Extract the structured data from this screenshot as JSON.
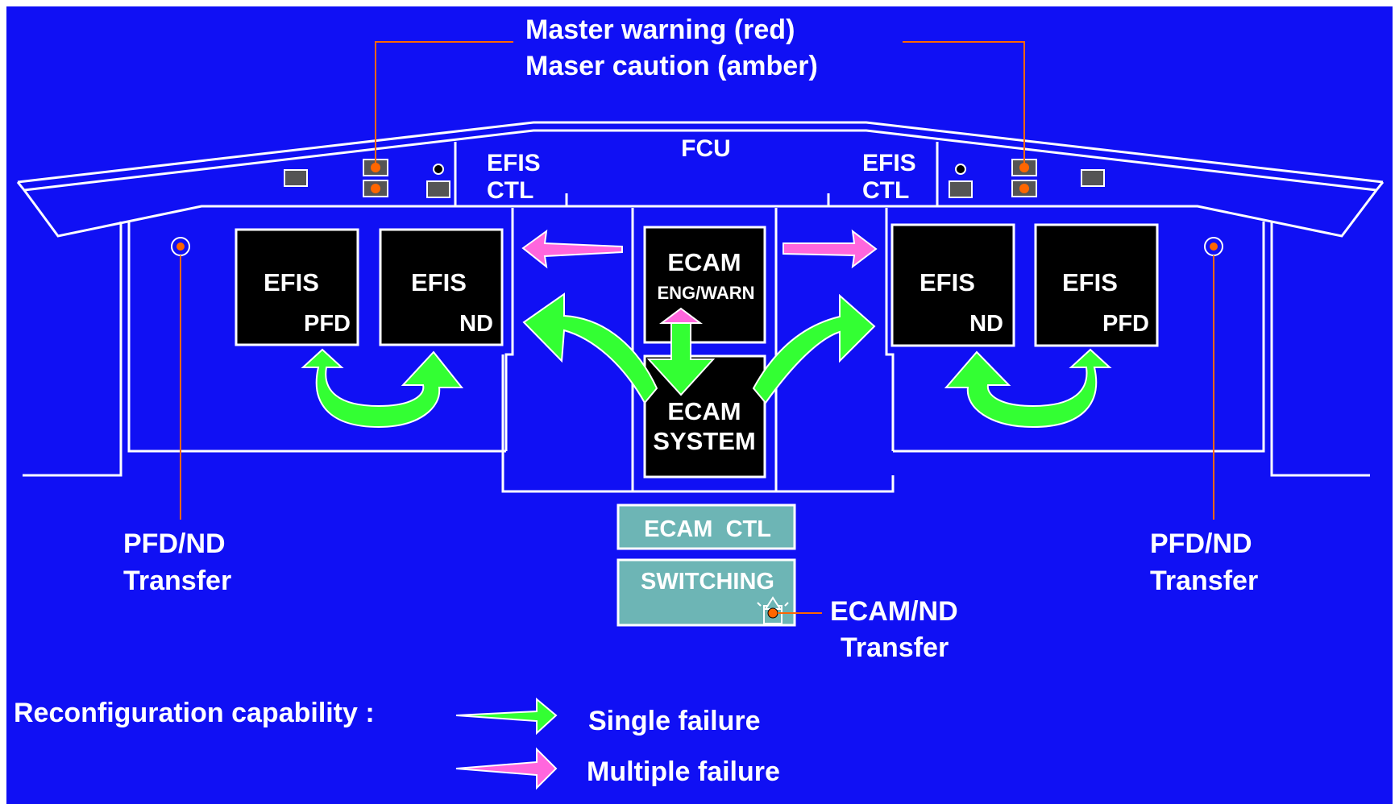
{
  "colors": {
    "background": "#1010f4",
    "panel_line": "#ffffff",
    "display": "#000000",
    "leader": "#ff6600",
    "single_failure_arrow": "#33ff33",
    "multiple_failure_arrow": "#ff66dd",
    "control_panel": "#6db5b5",
    "button": "#555555"
  },
  "callouts": {
    "master_warning": "Master warning (red)",
    "master_caution": "Maser caution (amber)",
    "left_transfer_line1": "PFD/ND",
    "left_transfer_line2": "Transfer",
    "right_transfer_line1": "PFD/ND",
    "right_transfer_line2": "Transfer",
    "ecam_transfer_line1": "ECAM/ND",
    "ecam_transfer_line2": "Transfer"
  },
  "glareshield": {
    "fcu": "FCU",
    "left_efis_ctl_line1": "EFIS",
    "left_efis_ctl_line2": "CTL",
    "right_efis_ctl_line1": "EFIS",
    "right_efis_ctl_line2": "CTL"
  },
  "displays": {
    "left_pfd": {
      "title": "EFIS",
      "sub": "PFD"
    },
    "left_nd": {
      "title": "EFIS",
      "sub": "ND"
    },
    "ecam_upper": {
      "title": "ECAM",
      "sub": "ENG/WARN"
    },
    "ecam_lower": {
      "title": "ECAM",
      "sub": "SYSTEM"
    },
    "right_nd": {
      "title": "EFIS",
      "sub": "ND"
    },
    "right_pfd": {
      "title": "EFIS",
      "sub": "PFD"
    }
  },
  "pedestal": {
    "ecam_ctl": "ECAM  CTL",
    "switching": "SWITCHING"
  },
  "legend": {
    "heading": "Reconfiguration capability :",
    "single": "Single failure",
    "multiple": "Multiple failure"
  }
}
